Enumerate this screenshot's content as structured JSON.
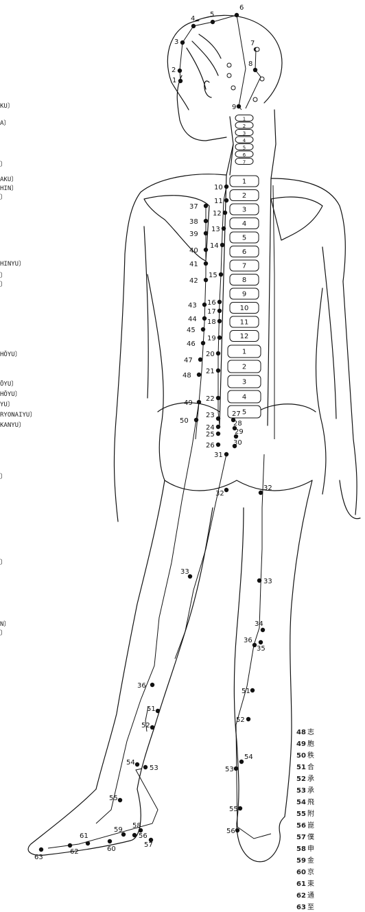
{
  "left_edge_labels": [
    "KU〕",
    "A〕",
    "〕",
    "AKU〕",
    "HIN〕",
    "〕",
    "HINYU〕",
    "〕",
    "〕",
    "HŌYU〕",
    "ŌYU〕",
    "HŌYU〕",
    "YU〕",
    "RYONAIYU〕",
    "KANYU〕",
    "〕",
    "〕",
    "N〕",
    "〕"
  ],
  "legend": [
    {
      "num": "48",
      "text": "志"
    },
    {
      "num": "49",
      "text": "胞"
    },
    {
      "num": "50",
      "text": "秩"
    },
    {
      "num": "51",
      "text": "合"
    },
    {
      "num": "52",
      "text": "承"
    },
    {
      "num": "53",
      "text": "承"
    },
    {
      "num": "54",
      "text": "飛"
    },
    {
      "num": "55",
      "text": "附"
    },
    {
      "num": "56",
      "text": "崑"
    },
    {
      "num": "57",
      "text": "僕"
    },
    {
      "num": "58",
      "text": "申"
    },
    {
      "num": "59",
      "text": "金"
    },
    {
      "num": "60",
      "text": "京"
    },
    {
      "num": "61",
      "text": "束"
    },
    {
      "num": "62",
      "text": "通"
    },
    {
      "num": "63",
      "text": "至"
    }
  ],
  "point_labels": {
    "head": [
      "1",
      "2",
      "3",
      "4",
      "5",
      "6",
      "7",
      "8",
      "9"
    ],
    "inner_line": [
      "10",
      "11",
      "12",
      "13",
      "14",
      "15",
      "16",
      "17",
      "18",
      "19",
      "20",
      "21",
      "22",
      "23",
      "24",
      "25",
      "26",
      "27",
      "28",
      "29",
      "30",
      "31"
    ],
    "outer_line": [
      "37",
      "38",
      "39",
      "40",
      "41",
      "42",
      "43",
      "44",
      "45",
      "46",
      "47",
      "48",
      "49",
      "50"
    ],
    "legs": [
      "32",
      "32",
      "33",
      "33",
      "34",
      "35",
      "36",
      "36",
      "51",
      "51",
      "52",
      "52",
      "53",
      "53",
      "54",
      "54",
      "55",
      "55",
      "56",
      "56",
      "57",
      "58",
      "59",
      "60",
      "61",
      "62",
      "63"
    ]
  },
  "vertebra_labels": {
    "cervical": [
      "1",
      "2",
      "3",
      "4",
      "5",
      "6",
      "7"
    ],
    "thoracic": [
      "1",
      "2",
      "3",
      "4",
      "5",
      "6",
      "7",
      "8",
      "9",
      "10",
      "11",
      "12"
    ],
    "lumbar": [
      "1",
      "2",
      "3",
      "4",
      "5"
    ]
  }
}
